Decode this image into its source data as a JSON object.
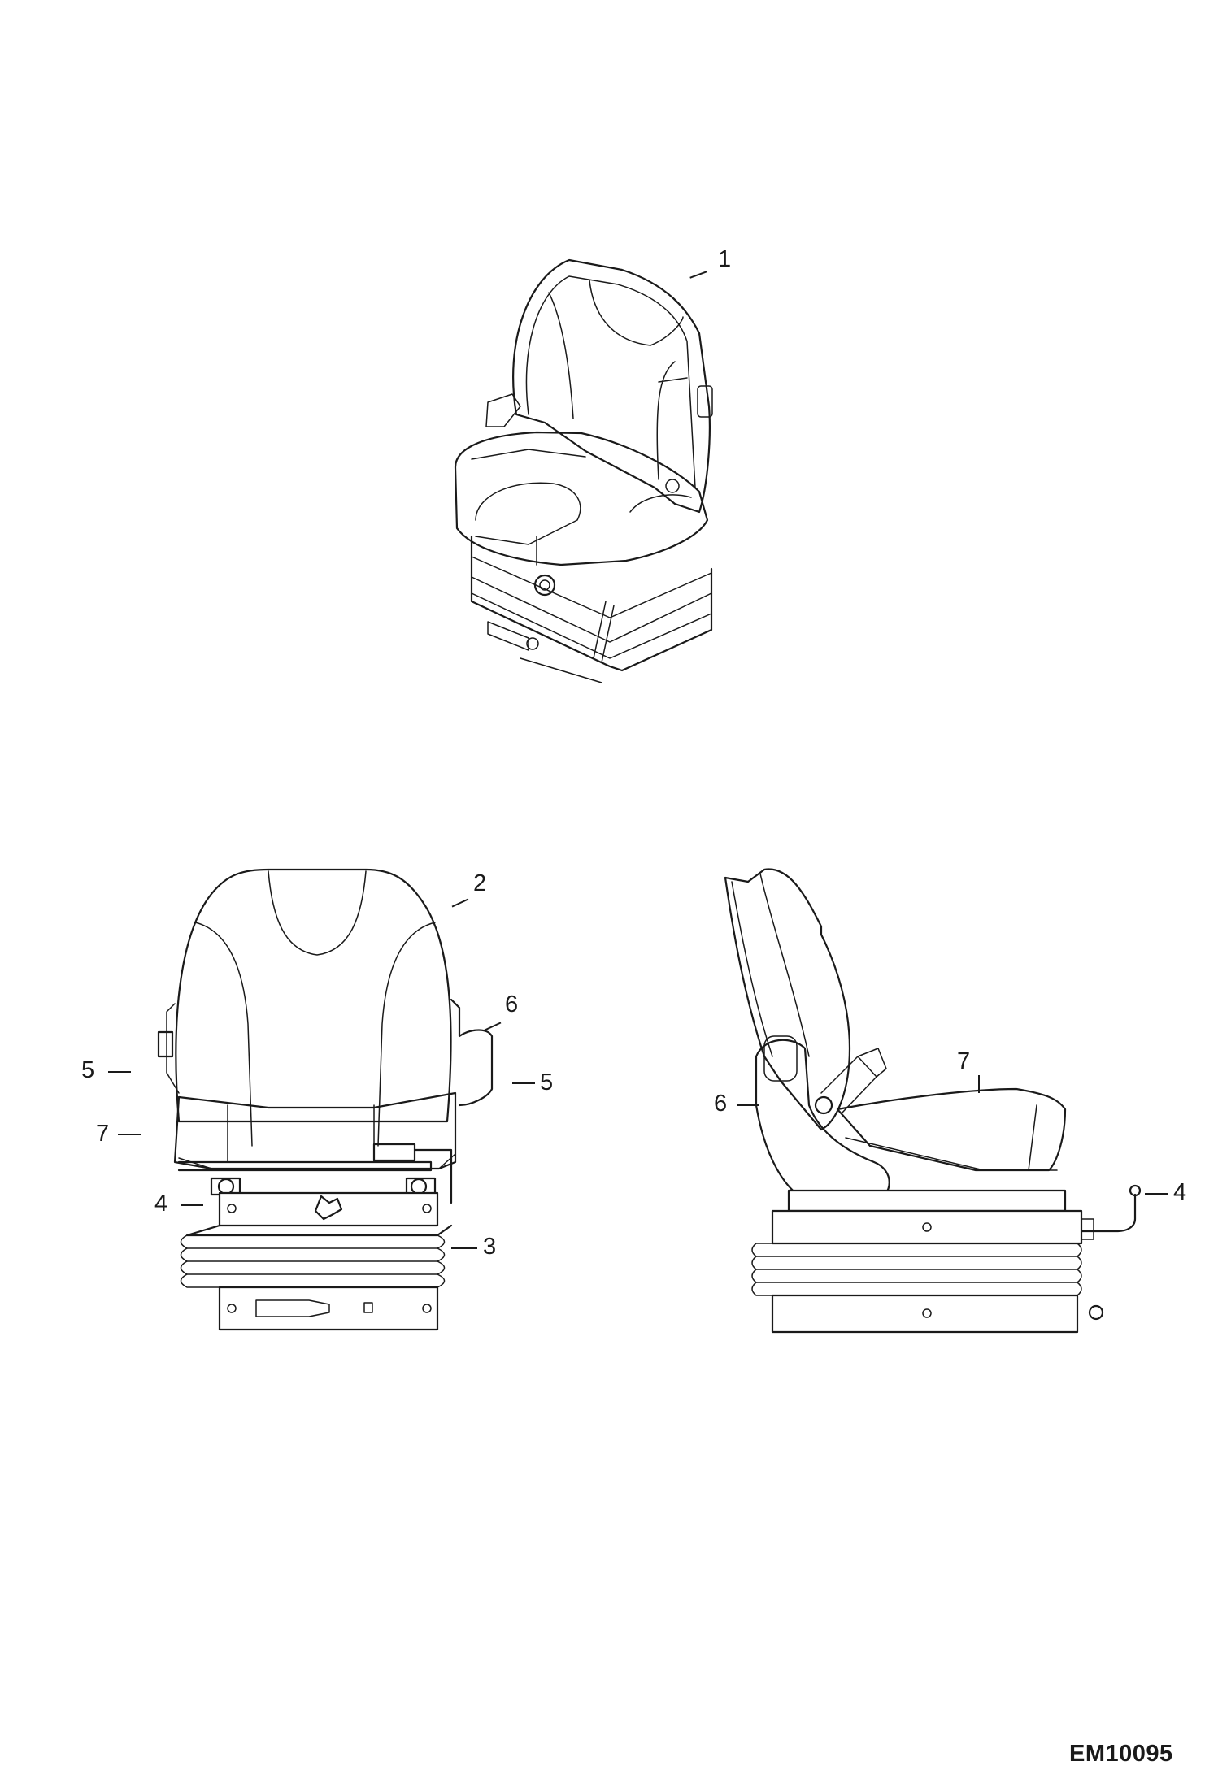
{
  "figure": {
    "reference_code": "EM10095",
    "views": [
      {
        "id": "perspective",
        "callouts": [
          "1"
        ]
      },
      {
        "id": "front",
        "callouts": [
          "2",
          "6",
          "5",
          "5",
          "7",
          "4",
          "3"
        ]
      },
      {
        "id": "side",
        "callouts": [
          "7",
          "6",
          "4"
        ]
      }
    ]
  },
  "callouts": {
    "persp_1": "1",
    "front_2": "2",
    "front_6": "6",
    "front_5_left": "5",
    "front_5_right": "5",
    "front_7": "7",
    "front_4": "4",
    "front_3": "3",
    "side_7": "7",
    "side_6": "6",
    "side_4": "4"
  },
  "colors": {
    "line": "#1a1a1a",
    "background": "#ffffff"
  }
}
